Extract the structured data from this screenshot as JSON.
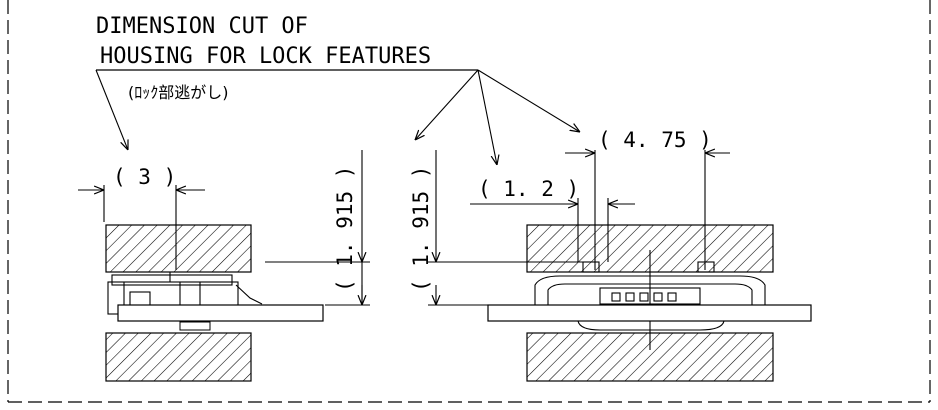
{
  "callout": {
    "line1": "DIMENSION CUT OF",
    "line2": "HOUSING FOR LOCK FEATURES",
    "japanese": "(ﾛｯｸ部逃がし)"
  },
  "dimensions": {
    "left_width": "( 3 )",
    "left_height": "( 1. 915 )",
    "right_height": "( 1. 915 )",
    "right_small": "( 1. 2 )",
    "right_top": "( 4. 75 )"
  },
  "colors": {
    "line": "#000000",
    "background": "#ffffff"
  }
}
